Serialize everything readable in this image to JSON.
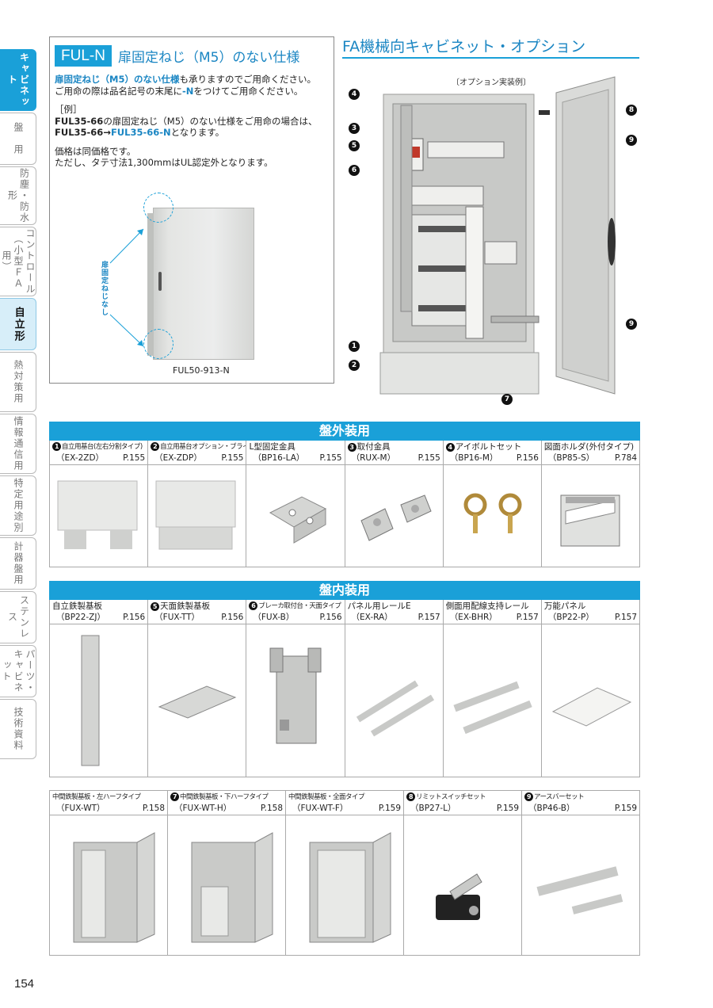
{
  "sidetabs": [
    {
      "label": "キャビネット",
      "state": "blue",
      "h": 78
    },
    {
      "label": "盤　用",
      "state": "none",
      "h": 66
    },
    {
      "label": "防塵・防水形",
      "state": "none",
      "h": 74
    },
    {
      "label": "コントロール（小型ＦＡ用）",
      "state": "none",
      "h": 88
    },
    {
      "label": "自立形",
      "state": "gray",
      "h": 66
    },
    {
      "label": "熱対策用",
      "state": "none",
      "h": 76
    },
    {
      "label": "情報通信用",
      "state": "none",
      "h": 76
    },
    {
      "label": "特定用途別",
      "state": "none",
      "h": 76
    },
    {
      "label": "計器盤用",
      "state": "none",
      "h": 66
    },
    {
      "label": "ステンレス",
      "state": "none",
      "h": 66
    },
    {
      "label": "パーツ・キャビネット",
      "state": "none",
      "h": 66
    },
    {
      "label": "技術資料",
      "state": "none",
      "h": 76
    }
  ],
  "fuln": {
    "badge": "FUL-N",
    "title": "扉固定ねじ（M5）のない仕様",
    "line1_blue": "扉固定ねじ（M5）のない仕様",
    "line1_rest": "も承りますのでご用命ください。",
    "line2_pre": "ご用命の際は品名記号の末尾に",
    "line2_blue": "-N",
    "line2_post": "をつけてご用命ください。",
    "example_label": "［例］",
    "ex1_bold": "FUL35-66",
    "ex1_rest": "の扉固定ねじ（M5）のない仕様をご用命の場合は、",
    "ex2_bold": "FUL35-66",
    "ex2_arrow": "→",
    "ex2_blue": "FUL35-66-N",
    "ex2_rest": "となります。",
    "price": "価格は同価格です。",
    "ul": "ただし、タテ寸法1,300mmはUL認定外となります。",
    "note": "扉固定ねじなし",
    "model": "FUL50-913-N"
  },
  "fa": {
    "title": "FA機械向キャビネット・オプション",
    "option_label": "〔オプション実装例〕"
  },
  "callouts": [
    "❶",
    "❷",
    "❸",
    "❹",
    "❺",
    "❻",
    "❼",
    "❽",
    "❾"
  ],
  "sections": [
    {
      "title": "盤外装用",
      "items": [
        {
          "num": "1",
          "name": "自立用基台(左右分割タイプ)",
          "small": true,
          "code": "（EX-2ZD）",
          "page": "P.155"
        },
        {
          "num": "2",
          "name": "自立用基台オプション・ブラインドパネル",
          "small": true,
          "code": "（EX-ZDP）",
          "page": "P.155"
        },
        {
          "num": "",
          "name": "L型固定金具",
          "small": false,
          "code": "（BP16-LA）",
          "page": "P.155"
        },
        {
          "num": "3",
          "name": "取付金具",
          "small": false,
          "code": "（RUX-M）",
          "page": "P.155"
        },
        {
          "num": "4",
          "name": "アイボルトセット",
          "small": false,
          "code": "（BP16-M）",
          "page": "P.156"
        },
        {
          "num": "",
          "name": "図面ホルダ(外付タイプ)",
          "small": false,
          "code": "（BP85-S）",
          "page": "P.784"
        }
      ]
    },
    {
      "title": "盤内装用",
      "items": [
        {
          "num": "",
          "name": "自立鉄製基板",
          "small": false,
          "code": "（BP22-ZJ）",
          "page": "P.156"
        },
        {
          "num": "5",
          "name": "天面鉄製基板",
          "small": false,
          "code": "（FUX-TT）",
          "page": "P.156"
        },
        {
          "num": "6",
          "name": "ブレーカ取付台・天面タイプ",
          "small": true,
          "code": "（FUX-B）",
          "page": "P.156"
        },
        {
          "num": "",
          "name": "パネル用レールE",
          "small": false,
          "code": "（EX-RA）",
          "page": "P.157"
        },
        {
          "num": "",
          "name": "側面用配線支持レール",
          "small": false,
          "code": "（EX-BHR）",
          "page": "P.157"
        },
        {
          "num": "",
          "name": "万能パネル",
          "small": false,
          "code": "（BP22-P）",
          "page": "P.157"
        }
      ]
    },
    {
      "title": "",
      "items": [
        {
          "num": "",
          "name": "中間鉄製基板・左ハーフタイプ",
          "small": true,
          "code": "（FUX-WT）",
          "page": "P.158"
        },
        {
          "num": "7",
          "name": "中間鉄製基板・下ハーフタイプ",
          "small": true,
          "code": "（FUX-WT-H）",
          "page": "P.158"
        },
        {
          "num": "",
          "name": "中間鉄製基板・全面タイプ",
          "small": true,
          "code": "（FUX-WT-F）",
          "page": "P.159"
        },
        {
          "num": "8",
          "name": "リミットスイッチセット",
          "small": true,
          "code": "（BP27-L）",
          "page": "P.159"
        },
        {
          "num": "9",
          "name": "アースバーセット",
          "small": true,
          "code": "（BP46-B）",
          "page": "P.159"
        }
      ]
    }
  ],
  "page_number": "154"
}
